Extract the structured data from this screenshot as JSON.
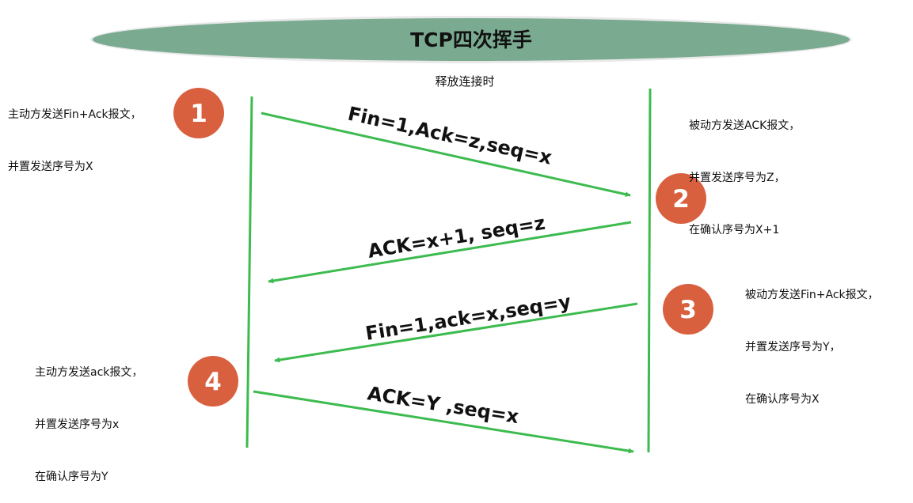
{
  "title": "TCP四次挥手",
  "subtitle": "释放连接时",
  "colors": {
    "banner": "#7aab91",
    "banner_edge": "#e9e9e9",
    "lifeline": "#3dbb4f",
    "arrow": "#3dbb4f",
    "step_circle": "#d9603f"
  },
  "steps": [
    {
      "number": "1",
      "note": [
        "主动方发送Fin+Ack报文，",
        "并置发送序号为X"
      ]
    },
    {
      "number": "2",
      "note": [
        "被动方发送ACK报文，",
        "并置发送序号为Z，",
        "在确认序号为X+1"
      ]
    },
    {
      "number": "3",
      "note": [
        "被动方发送Fin+Ack报文，",
        "并置发送序号为Y，",
        "在确认序号为X"
      ]
    },
    {
      "number": "4",
      "note": [
        "主动方发送ack报文，",
        "并置发送序号为x",
        "在确认序号为Y"
      ]
    }
  ],
  "messages": [
    {
      "label": "Fin=1,Ack=z,seq=x",
      "direction": "right"
    },
    {
      "label": "ACK=x+1, seq=z",
      "direction": "left"
    },
    {
      "label": "Fin=1,ack=x,seq=y",
      "direction": "left"
    },
    {
      "label": "ACK=Y ,seq=x",
      "direction": "right"
    }
  ]
}
